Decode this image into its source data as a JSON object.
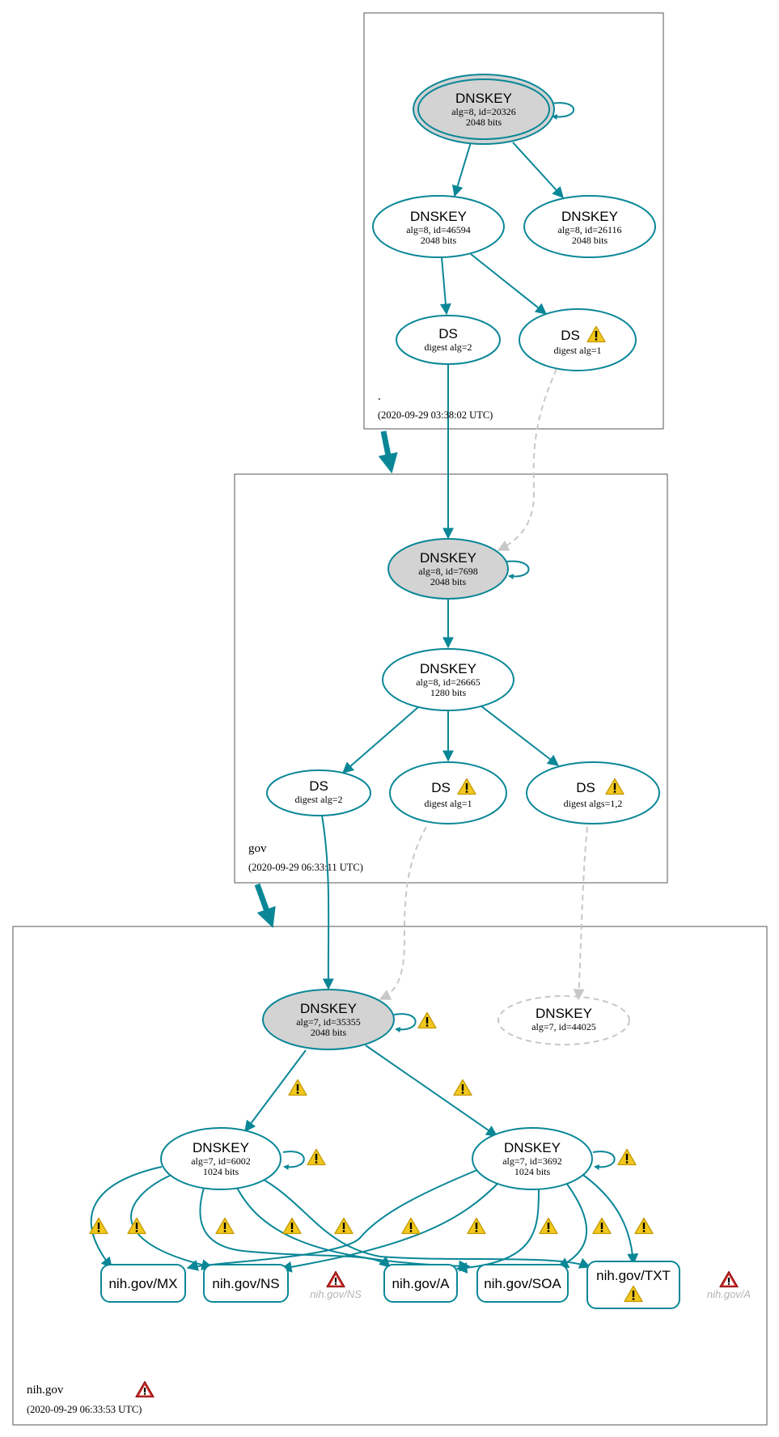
{
  "colors": {
    "edge": "#0a8797",
    "dashed_edge": "#c8c8c8",
    "key_fill_sep": "#d3d3d3",
    "warning": "#f2c81e",
    "error": "#d22d2d"
  },
  "zones": {
    "root": {
      "name": ".",
      "timestamp": "(2020-09-29 03:38:02 UTC)",
      "dnskey_ksk": {
        "title": "DNSKEY",
        "line1": "alg=8, id=20326",
        "line2": "2048 bits"
      },
      "dnskey_zsk1": {
        "title": "DNSKEY",
        "line1": "alg=8, id=46594",
        "line2": "2048 bits"
      },
      "dnskey_zsk2": {
        "title": "DNSKEY",
        "line1": "alg=8, id=26116",
        "line2": "2048 bits"
      },
      "ds_1": {
        "title": "DS",
        "line1": "digest alg=2"
      },
      "ds_2": {
        "title": "DS",
        "line1": "digest alg=1"
      }
    },
    "gov": {
      "name": "gov",
      "timestamp": "(2020-09-29 06:33:11 UTC)",
      "dnskey_ksk": {
        "title": "DNSKEY",
        "line1": "alg=8, id=7698",
        "line2": "2048 bits"
      },
      "dnskey_zsk": {
        "title": "DNSKEY",
        "line1": "alg=8, id=26665",
        "line2": "1280 bits"
      },
      "ds_1": {
        "title": "DS",
        "line1": "digest alg=2"
      },
      "ds_2": {
        "title": "DS",
        "line1": "digest alg=1"
      },
      "ds_3": {
        "title": "DS",
        "line1": "digest algs=1,2"
      }
    },
    "nih": {
      "name": "nih.gov",
      "timestamp": "(2020-09-29 06:33:53 UTC)",
      "dnskey_ksk": {
        "title": "DNSKEY",
        "line1": "alg=7, id=35355",
        "line2": "2048 bits"
      },
      "dnskey_missing": {
        "title": "DNSKEY",
        "line1": "alg=7, id=44025"
      },
      "dnskey_zsk1": {
        "title": "DNSKEY",
        "line1": "alg=7, id=6002",
        "line2": "1024 bits"
      },
      "dnskey_zsk2": {
        "title": "DNSKEY",
        "line1": "alg=7, id=3692",
        "line2": "1024 bits"
      },
      "rrsets": {
        "mx": "nih.gov/MX",
        "ns": "nih.gov/NS",
        "a": "nih.gov/A",
        "soa": "nih.gov/SOA",
        "txt": "nih.gov/TXT"
      },
      "ghost_ns": "nih.gov/NS",
      "ghost_a": "nih.gov/A"
    }
  }
}
